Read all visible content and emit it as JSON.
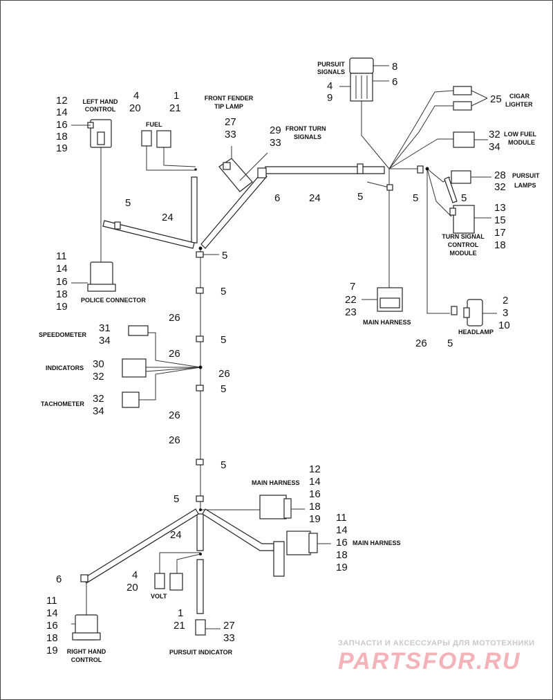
{
  "labels": {
    "left_hand_control": [
      "LEFT HAND",
      "CONTROL"
    ],
    "fuel": "FUEL",
    "front_fender_tip_lamp": [
      "FRONT FENDER",
      "TIP LAMP"
    ],
    "front_turn_signals": [
      "FRONT TURN",
      "SIGNALS"
    ],
    "pursuit_signals": [
      "PURSUIT",
      "SIGNALS"
    ],
    "cigar_lighter": [
      "CIGAR",
      "LIGHTER"
    ],
    "low_fuel_module": [
      "LOW FUEL",
      "MODULE"
    ],
    "pursuit_lamps": [
      "PURSUIT",
      "LAMPS"
    ],
    "turn_signal_control_module": [
      "TURN SIGNAL",
      "CONTROL",
      "MODULE"
    ],
    "police_connector": "POLICE CONNECTOR",
    "main_harness_top": "MAIN HARNESS",
    "headlamp": "HEADLAMP",
    "speedometer": "SPEEDOMETER",
    "indicators": "INDICATORS",
    "tachometer": "TACHOMETER",
    "main_harness_mid": "MAIN HARNESS",
    "main_harness_right": "MAIN HARNESS",
    "volt": "VOLT",
    "right_hand_control": [
      "RIGHT HAND",
      "CONTROL"
    ],
    "pursuit_indicator": "PURSUIT INDICATOR"
  },
  "callouts": {
    "left_hand_control": [
      "12",
      "14",
      "16",
      "18",
      "19"
    ],
    "fuel_left": [
      "4",
      "20"
    ],
    "fuel_right": [
      "1",
      "21"
    ],
    "tip_lamp": [
      "27",
      "33"
    ],
    "front_turn": [
      "29",
      "33"
    ],
    "front_turn_6": "6",
    "pursuit_signals_left": [
      "4",
      "9"
    ],
    "pursuit_signals_right": [
      "8",
      "6"
    ],
    "cigar_lighter": "25",
    "low_fuel": [
      "32",
      "34"
    ],
    "pursuit_lamps": [
      "28",
      "32"
    ],
    "turn_signal_module": [
      "13",
      "15",
      "17",
      "18"
    ],
    "upper_5_left": "5",
    "upper_24_left": "24",
    "upper_24_mid": "24",
    "upper_5_mid": "5",
    "upper_5_right": "5",
    "lamps_5": "5",
    "police_connector": [
      "11",
      "14",
      "16",
      "18",
      "19"
    ],
    "main_harness_top": [
      "7",
      "22",
      "23"
    ],
    "headlamp": [
      "2",
      "3",
      "10"
    ],
    "headlamp_26": "26",
    "headlamp_5": "5",
    "trunk_5_a": "5",
    "trunk_5_b": "5",
    "trunk_26_a": "26",
    "trunk_5_c": "5",
    "trunk_26_b": "26",
    "trunk_26_c": "26",
    "trunk_5_d": "5",
    "trunk_26_d": "26",
    "trunk_26_e": "26",
    "trunk_5_e": "5",
    "speedometer": [
      "31",
      "34"
    ],
    "indicators": [
      "30",
      "32"
    ],
    "tachometer": [
      "32",
      "34"
    ],
    "lower_5": "5",
    "main_harness_mid": [
      "12",
      "14",
      "16",
      "18",
      "19"
    ],
    "main_harness_right": [
      "11",
      "14",
      "16",
      "18",
      "19"
    ],
    "lower_24": "24",
    "right_6": "6",
    "volt_left": [
      "4",
      "20"
    ],
    "volt_right": [
      "1",
      "21"
    ],
    "right_hand_control": [
      "11",
      "14",
      "16",
      "18",
      "19"
    ],
    "pursuit_indicator": [
      "27",
      "33"
    ]
  },
  "watermark": {
    "tagline": "ЗАПЧАСТИ И АКСЕССУАРЫ ДЛЯ МОТОТЕХНИКИ",
    "brand": "PARTSFOR.RU"
  }
}
